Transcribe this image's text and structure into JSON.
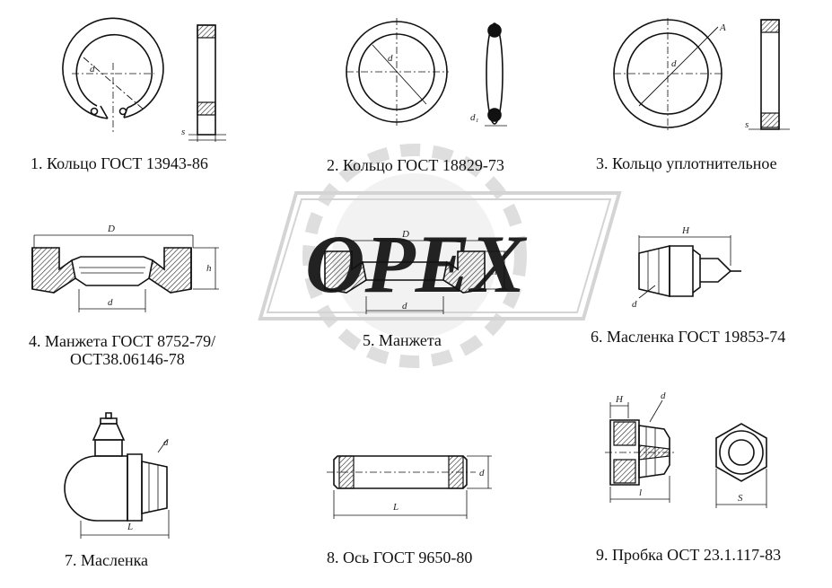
{
  "captions": {
    "c1": "1. Кольцо ГОСТ 13943-86",
    "c2": "2. Кольцо ГОСТ 18829-73",
    "c3": "3. Кольцо уплотнительное",
    "c4_line1": "4. Манжета ГОСТ 8752-79/",
    "c4_line2": "ОСТ38.06146-78",
    "c5": "5. Манжета",
    "c6": "6. Масленка ГОСТ 19853-74",
    "c7": "7. Масленка",
    "c8": "8. Ось ГОСТ 9650-80",
    "c9": "9. Пробка ОСТ 23.1.117-83"
  },
  "dims": {
    "d": "d",
    "D": "D",
    "s": "s",
    "d1": "d₁",
    "A": "A",
    "h": "h",
    "H": "H",
    "l": "l",
    "L": "L",
    "S": "S"
  },
  "watermark": {
    "text": "OPEX",
    "color": "#d9d9d9"
  }
}
